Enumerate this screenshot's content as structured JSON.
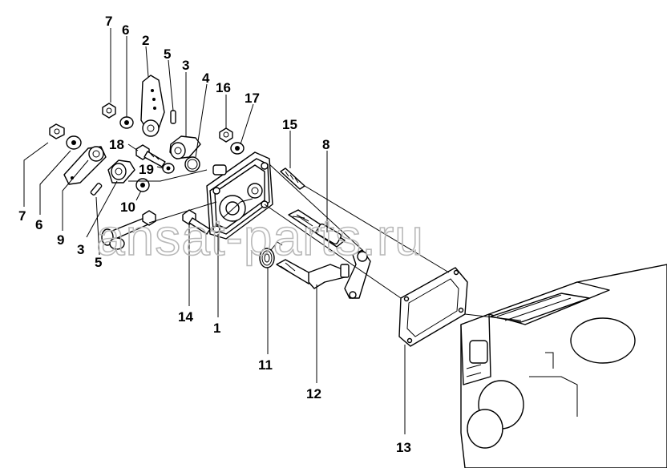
{
  "diagram": {
    "callouts": [
      {
        "id": "c7a",
        "text": "7"
      },
      {
        "id": "c6a",
        "text": "6"
      },
      {
        "id": "c2",
        "text": "2"
      },
      {
        "id": "c5a",
        "text": "5"
      },
      {
        "id": "c3a",
        "text": "3"
      },
      {
        "id": "c4",
        "text": "4"
      },
      {
        "id": "c16",
        "text": "16"
      },
      {
        "id": "c17",
        "text": "17"
      },
      {
        "id": "c15",
        "text": "15"
      },
      {
        "id": "c8",
        "text": "8"
      },
      {
        "id": "c18",
        "text": "18"
      },
      {
        "id": "c19",
        "text": "19"
      },
      {
        "id": "c10",
        "text": "10"
      },
      {
        "id": "c7b",
        "text": "7"
      },
      {
        "id": "c6b",
        "text": "6"
      },
      {
        "id": "c9",
        "text": "9"
      },
      {
        "id": "c3b",
        "text": "3"
      },
      {
        "id": "c5b",
        "text": "5"
      },
      {
        "id": "c14",
        "text": "14"
      },
      {
        "id": "c1",
        "text": "1"
      },
      {
        "id": "c11",
        "text": "11"
      },
      {
        "id": "c12",
        "text": "12"
      },
      {
        "id": "c13",
        "text": "13"
      }
    ],
    "watermark": "ansat-parts.ru"
  }
}
